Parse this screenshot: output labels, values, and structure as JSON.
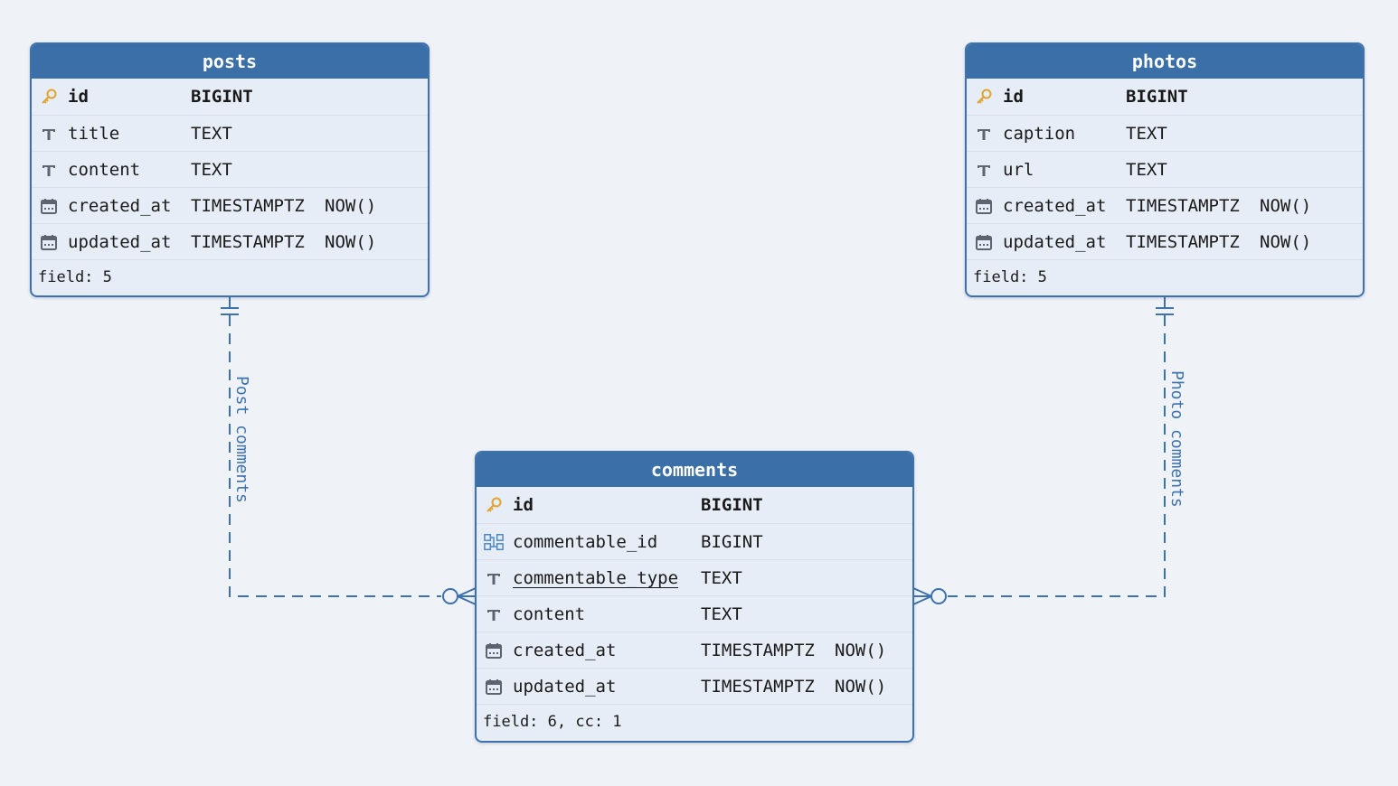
{
  "tables": {
    "posts": {
      "name": "posts",
      "fields": [
        {
          "icon": "key-icon",
          "name": "id",
          "type": "BIGINT",
          "default": ""
        },
        {
          "icon": "text-type-icon",
          "name": "title",
          "type": "TEXT",
          "default": ""
        },
        {
          "icon": "text-type-icon",
          "name": "content",
          "type": "TEXT",
          "default": ""
        },
        {
          "icon": "calendar-icon",
          "name": "created_at",
          "type": "TIMESTAMPTZ",
          "default": "NOW()"
        },
        {
          "icon": "calendar-icon",
          "name": "updated_at",
          "type": "TIMESTAMPTZ",
          "default": "NOW()"
        }
      ],
      "footer": "field: 5"
    },
    "photos": {
      "name": "photos",
      "fields": [
        {
          "icon": "key-icon",
          "name": "id",
          "type": "BIGINT",
          "default": ""
        },
        {
          "icon": "text-type-icon",
          "name": "caption",
          "type": "TEXT",
          "default": ""
        },
        {
          "icon": "text-type-icon",
          "name": "url",
          "type": "TEXT",
          "default": ""
        },
        {
          "icon": "calendar-icon",
          "name": "created_at",
          "type": "TIMESTAMPTZ",
          "default": "NOW()"
        },
        {
          "icon": "calendar-icon",
          "name": "updated_at",
          "type": "TIMESTAMPTZ",
          "default": "NOW()"
        }
      ],
      "footer": "field: 5"
    },
    "comments": {
      "name": "comments",
      "fields": [
        {
          "icon": "key-icon",
          "name": "id",
          "type": "BIGINT",
          "default": ""
        },
        {
          "icon": "polymorphic-link-icon",
          "name": "commentable_id",
          "type": "BIGINT",
          "default": ""
        },
        {
          "icon": "text-type-icon",
          "name": "commentable_type",
          "type": "TEXT",
          "default": ""
        },
        {
          "icon": "text-type-icon",
          "name": "content",
          "type": "TEXT",
          "default": ""
        },
        {
          "icon": "calendar-icon",
          "name": "created_at",
          "type": "TIMESTAMPTZ",
          "default": "NOW()"
        },
        {
          "icon": "calendar-icon",
          "name": "updated_at",
          "type": "TIMESTAMPTZ",
          "default": "NOW()"
        }
      ],
      "footer": "field: 6, cc: 1"
    }
  },
  "relations": {
    "post_comments": {
      "label": "Post comments",
      "from": "posts",
      "to": "comments",
      "from_cardinality": "one",
      "to_cardinality": "zero-or-many"
    },
    "photo_comments": {
      "label": "Photo comments",
      "from": "photos",
      "to": "comments",
      "from_cardinality": "one",
      "to_cardinality": "zero-or-many"
    }
  },
  "colors": {
    "header": "#3b6fa7",
    "border": "#3d72ad",
    "body": "#e6edf6",
    "background": "#eff2f7",
    "key": "#e0a431",
    "icon_gray": "#5c6470"
  }
}
